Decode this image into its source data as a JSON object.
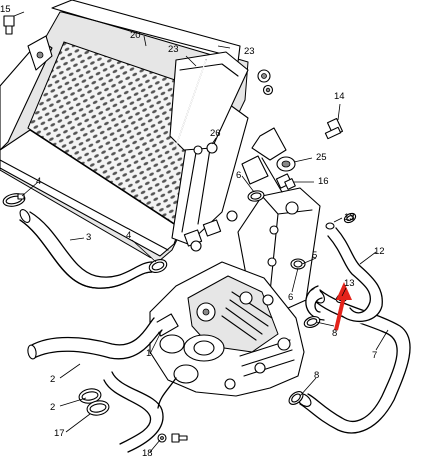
{
  "callouts": {
    "c1": "1",
    "c2a": "2",
    "c2b": "2",
    "c3": "3",
    "c4a": "4",
    "c4b": "4",
    "c5": "5",
    "c6a": "6",
    "c6b": "6",
    "c7": "7",
    "c8a": "8",
    "c8b": "8",
    "c12": "12",
    "c13a": "13",
    "c13b": "13",
    "c14": "14",
    "c15": "15",
    "c16": "16",
    "c17": "17",
    "c18": "18",
    "c20": "20",
    "c23a": "23",
    "c23b": "23",
    "c25": "25",
    "c26": "26"
  },
  "colors": {
    "line": "#000000",
    "background": "#ffffff",
    "arrow": "#e4231b"
  }
}
